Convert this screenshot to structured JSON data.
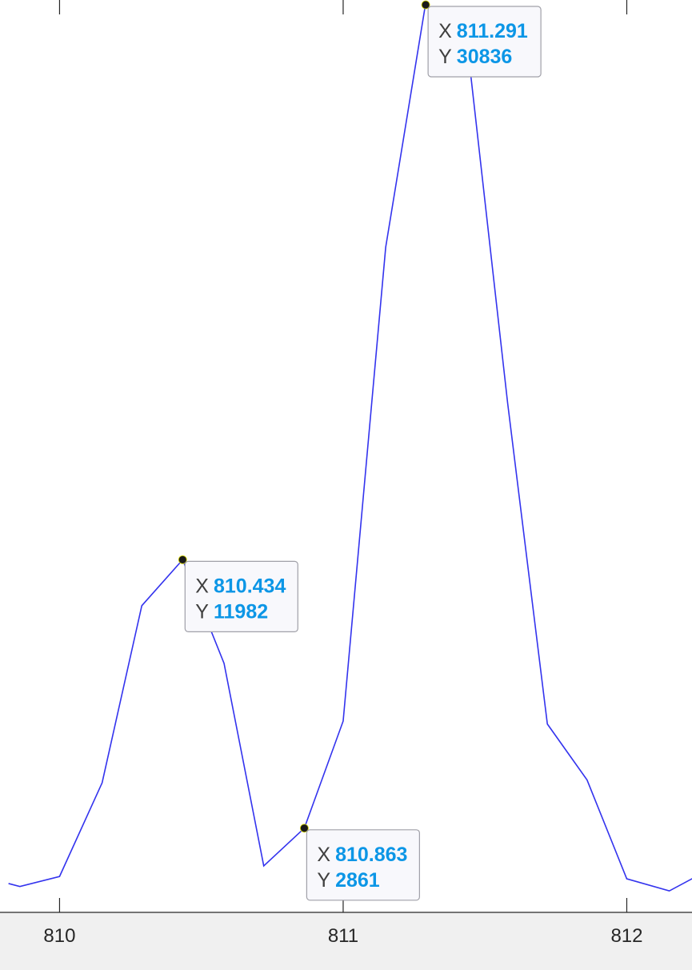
{
  "chart_data": {
    "type": "line",
    "x": [
      809.82,
      809.86,
      810.0,
      810.15,
      810.29,
      810.434,
      810.58,
      810.72,
      810.863,
      811.0,
      811.15,
      811.29,
      811.44,
      811.58,
      811.72,
      811.86,
      812.0,
      812.15,
      812.29
    ],
    "y": [
      980,
      880,
      1220,
      4400,
      10420,
      11982,
      8460,
      1580,
      2861,
      6500,
      22600,
      30836,
      29300,
      17300,
      6400,
      4500,
      1140,
      730,
      1450
    ],
    "series_color": "#3333ee",
    "xlim": [
      809.79,
      812.23
    ],
    "ylim": [
      0,
      31000
    ],
    "xticks": [
      810,
      811,
      812
    ],
    "xtick_labels": [
      "810",
      "811",
      "812"
    ],
    "grid": false,
    "datatips": [
      {
        "x_prefix": "X",
        "x_value": "811.291",
        "y_prefix": "Y",
        "y_value": "30836",
        "x": 811.291,
        "y": 30836
      },
      {
        "x_prefix": "X",
        "x_value": "810.434",
        "y_prefix": "Y",
        "y_value": "11982",
        "x": 810.434,
        "y": 11982
      },
      {
        "x_prefix": "X",
        "x_value": "810.863",
        "y_prefix": "Y",
        "y_value": "2861",
        "x": 810.863,
        "y": 2861
      }
    ]
  },
  "colors": {
    "axes_background": "#ffffff",
    "figure_background": "#f0f0f0",
    "axis_color": "#262626",
    "datatip_value": "#0c96e6",
    "datatip_prefix": "#404040"
  }
}
